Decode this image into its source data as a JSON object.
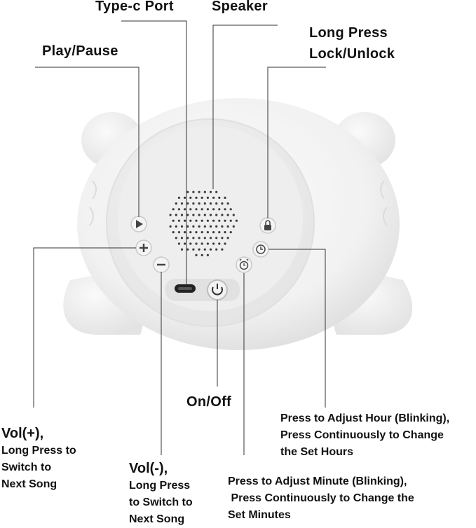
{
  "labels": {
    "type_c_port": "Type-c Port",
    "speaker": "Speaker",
    "long_press_line1": "Long Press",
    "long_press_line2": "Lock/Unlock",
    "play_pause": "Play/Pause",
    "on_off": "On/Off",
    "vol_plus_title": "Vol(+),",
    "vol_plus_line1": "Long Press to",
    "vol_plus_line2": "Switch to",
    "vol_plus_line3": "Next Song",
    "vol_minus_title": "Vol(-),",
    "vol_minus_line1": "Long Press",
    "vol_minus_line2": "to Switch to",
    "vol_minus_line3": "Next Song",
    "hour_line1": "Press to Adjust Hour (Blinking),",
    "hour_line2": "Press Continuously to Change",
    "hour_line3": "the Set Hours",
    "minute_line1": "Press to Adjust Minute (Blinking),",
    "minute_line2": " Press Continuously to Change the",
    "minute_line3": "Set Minutes"
  },
  "icons": {
    "play": "play-icon",
    "vol_plus": "plus-icon",
    "vol_minus": "minus-icon",
    "lock": "lock-icon",
    "clock": "clock-icon",
    "alarm": "alarm-icon",
    "power": "power-icon",
    "usb_c": "usb-c-port"
  },
  "colors": {
    "device_body": "#f3f3f3",
    "device_face": "#e9e9e9",
    "callout_line": "#333333"
  }
}
